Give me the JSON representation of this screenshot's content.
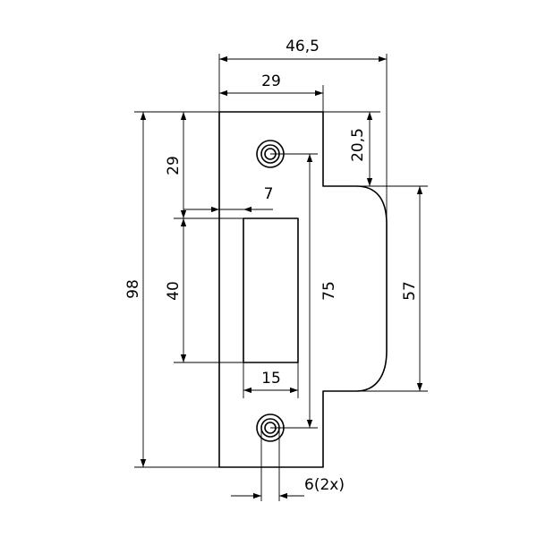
{
  "diagram": {
    "dimensions": {
      "overall_width": "46,5",
      "plate_width": "29",
      "top_to_lip": "20,5",
      "top_to_slot": "29",
      "slot_offset": "7",
      "total_height": "98",
      "slot_height": "40",
      "hole_spacing": "75",
      "lip_height": "57",
      "slot_width": "15",
      "hole_diameter": "6(2x)"
    }
  }
}
